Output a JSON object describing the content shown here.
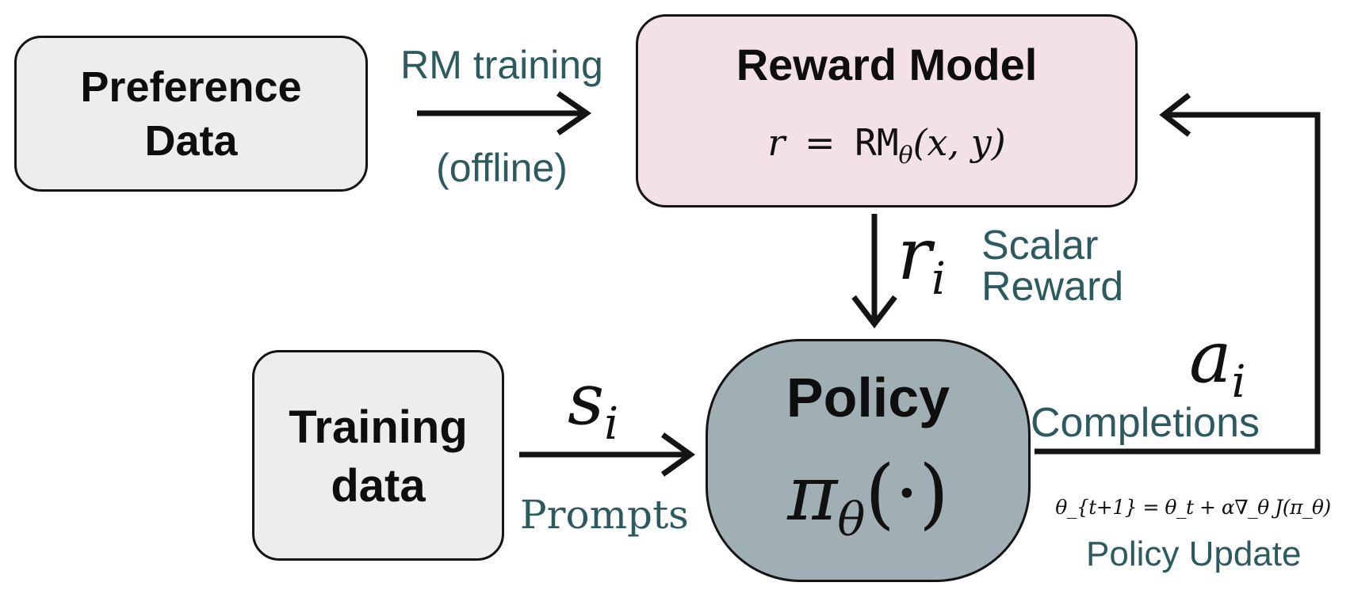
{
  "nodes": {
    "preference": {
      "line1": "Preference",
      "line2": "Data"
    },
    "reward_model": {
      "title": "Reward Model",
      "formula_r": "r",
      "formula_eq": "=",
      "formula_rm": "RM",
      "formula_theta": "θ",
      "formula_args": "(x, y)"
    },
    "training": {
      "line1": "Training",
      "line2": "data"
    },
    "policy": {
      "title": "Policy",
      "symbol": "π",
      "subscript": "θ",
      "arg": "(·)"
    }
  },
  "edges": {
    "rm_training": {
      "label_top": "RM training",
      "label_bottom": "(offline)"
    },
    "reward": {
      "symbol": "r",
      "subscript": "i",
      "label_line1": "Scalar",
      "label_line2": "Reward"
    },
    "prompts": {
      "symbol": "s",
      "subscript": "i",
      "label": "Prompts"
    },
    "completions": {
      "symbol": "a",
      "subscript": "i",
      "label": "Completions"
    },
    "update": {
      "formula": "θ_{t+1} = θ_t + α∇_θ J(π_θ)",
      "label": "Policy Update"
    }
  },
  "colors": {
    "preference_fill": "#ededed",
    "reward_fill": "#f3e1e9",
    "training_fill": "#ededed",
    "policy_fill": "#9fafb3",
    "teal_text": "#2c5a5e",
    "stroke": "#141414"
  }
}
